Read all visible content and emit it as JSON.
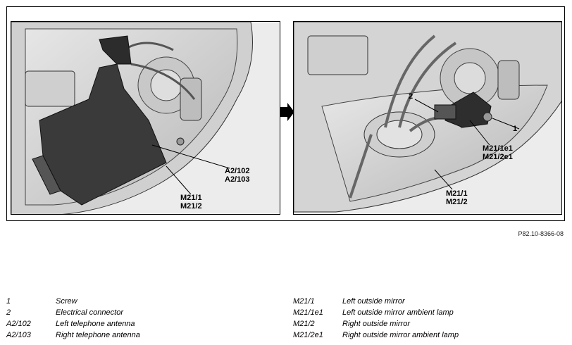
{
  "figure_ref": "P82.10-8366-08",
  "left_panel": {
    "callouts": {
      "antenna_a": "A2/102",
      "antenna_b": "A2/103",
      "mirror_a": "M21/1",
      "mirror_b": "M21/2"
    }
  },
  "right_panel": {
    "callouts": {
      "screw": "1",
      "connector": "2",
      "lamp_a": "M21/1e1",
      "lamp_b": "M21/2e1",
      "mirror_a": "M21/1",
      "mirror_b": "M21/2"
    }
  },
  "legend": {
    "left": [
      {
        "key": "1",
        "desc": "Screw"
      },
      {
        "key": "2",
        "desc": "Electrical connector"
      },
      {
        "key": "A2/102",
        "desc": "Left telephone antenna"
      },
      {
        "key": "A2/103",
        "desc": "Right telephone antenna"
      }
    ],
    "right": [
      {
        "key": "M21/1",
        "desc": "Left outside mirror"
      },
      {
        "key": "M21/1e1",
        "desc": "Left outside mirror ambient lamp"
      },
      {
        "key": "M21/2",
        "desc": "Right outside mirror"
      },
      {
        "key": "M21/2e1",
        "desc": "Right outside mirror ambient lamp"
      }
    ]
  }
}
